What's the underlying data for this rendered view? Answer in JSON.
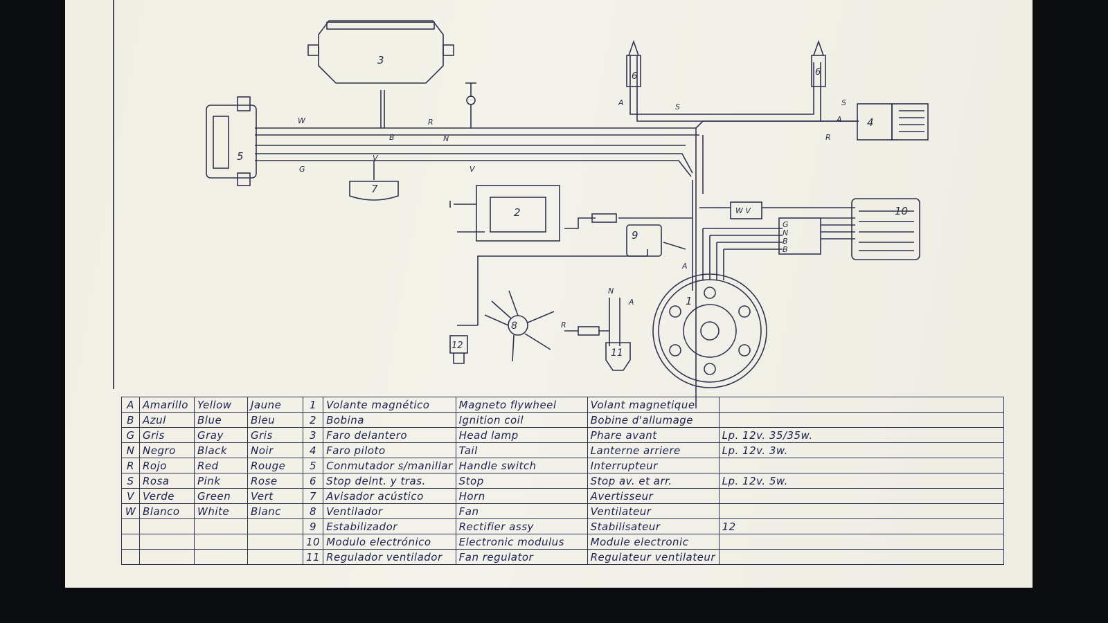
{
  "diagram": {
    "components": {
      "flywheel": "1",
      "coil": "2",
      "headlamp": "3",
      "taillamp": "4",
      "switch": "5",
      "stop_front": "6",
      "stop_rear": "6",
      "horn": "7",
      "fan": "8",
      "stabilizer": "9",
      "module": "10",
      "fan_regulator": "11",
      "fan_motor": "12"
    },
    "wire_labels": {
      "w1": "W",
      "r1": "R",
      "b1": "B",
      "n1": "N",
      "v1": "V",
      "v2": "V",
      "g1": "G",
      "a1": "A",
      "s1": "S",
      "s2": "S",
      "a2": "A",
      "r2": "R",
      "a3": "A",
      "n2": "N",
      "a4": "A",
      "r3": "R",
      "conn_wv": "W V",
      "conn_g": "G",
      "conn_n": "N",
      "conn_b1": "B",
      "conn_b2": "B"
    }
  },
  "legend": {
    "colors": [
      {
        "code": "A",
        "es": "Amarillo",
        "en": "Yellow",
        "fr": "Jaune"
      },
      {
        "code": "B",
        "es": "Azul",
        "en": "Blue",
        "fr": "Bleu"
      },
      {
        "code": "G",
        "es": "Gris",
        "en": "Gray",
        "fr": "Gris"
      },
      {
        "code": "N",
        "es": "Negro",
        "en": "Black",
        "fr": "Noir"
      },
      {
        "code": "R",
        "es": "Rojo",
        "en": "Red",
        "fr": "Rouge"
      },
      {
        "code": "S",
        "es": "Rosa",
        "en": "Pink",
        "fr": "Rose"
      },
      {
        "code": "V",
        "es": "Verde",
        "en": "Green",
        "fr": "Vert"
      },
      {
        "code": "W",
        "es": "Blanco",
        "en": "White",
        "fr": "Blanc"
      }
    ],
    "parts": [
      {
        "num": "1",
        "es": "Volante magnético",
        "en": "Magneto flywheel",
        "fr": "Volant magnetique",
        "spec": ""
      },
      {
        "num": "2",
        "es": "Bobina",
        "en": "Ignition coil",
        "fr": "Bobine d'allumage",
        "spec": ""
      },
      {
        "num": "3",
        "es": "Faro delantero",
        "en": "Head lamp",
        "fr": "Phare avant",
        "spec": "Lp. 12v. 35/35w."
      },
      {
        "num": "4",
        "es": "Faro piloto",
        "en": "Tail",
        "fr": "Lanterne arriere",
        "spec": "Lp. 12v. 3w."
      },
      {
        "num": "5",
        "es": "Conmutador s/manillar",
        "en": "Handle switch",
        "fr": "Interrupteur",
        "spec": ""
      },
      {
        "num": "6",
        "es": "Stop delnt. y tras.",
        "en": "Stop",
        "fr": "Stop av. et arr.",
        "spec": "Lp. 12v. 5w."
      },
      {
        "num": "7",
        "es": "Avisador acústico",
        "en": "Horn",
        "fr": "Avertisseur",
        "spec": ""
      },
      {
        "num": "8",
        "es": "Ventilador",
        "en": "Fan",
        "fr": "Ventilateur",
        "spec": ""
      },
      {
        "num": "9",
        "es": "Estabilizador",
        "en": "Rectifier assy",
        "fr": "Stabilisateur",
        "spec": "12"
      },
      {
        "num": "10",
        "es": "Modulo electrónico",
        "en": "Electronic modulus",
        "fr": "Module electronic",
        "spec": ""
      },
      {
        "num": "11",
        "es": "Regulador ventilador",
        "en": "Fan regulator",
        "fr": "Regulateur ventilateur",
        "spec": ""
      }
    ]
  }
}
